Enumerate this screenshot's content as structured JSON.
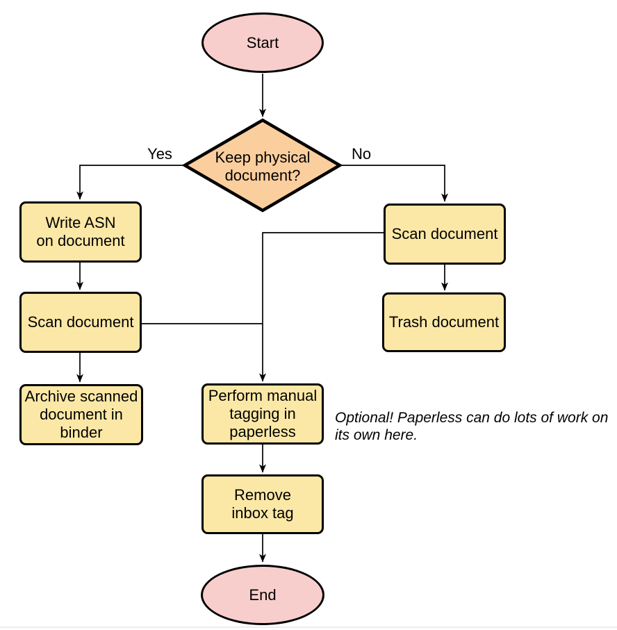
{
  "colors": {
    "background": "#ffffff",
    "stroke": "#000000",
    "terminal_fill": "#f8cecc",
    "decision_fill": "#fbce9e",
    "process_fill": "#fce8a6"
  },
  "nodes": {
    "start": {
      "label": "Start",
      "type": "terminal"
    },
    "decision": {
      "label": "Keep physical\ndocument?",
      "type": "decision"
    },
    "write_asn": {
      "label": "Write ASN\non document",
      "type": "process"
    },
    "scan_left": {
      "label": "Scan document",
      "type": "process"
    },
    "archive": {
      "label": "Archive scanned\ndocument in\nbinder",
      "type": "process"
    },
    "scan_right": {
      "label": "Scan document",
      "type": "process"
    },
    "trash": {
      "label": "Trash document",
      "type": "process"
    },
    "tagging": {
      "label": "Perform manual\ntagging in\npaperless",
      "type": "process"
    },
    "remove_inbox": {
      "label": "Remove\ninbox tag",
      "type": "process"
    },
    "end": {
      "label": "End",
      "type": "terminal"
    }
  },
  "edge_labels": {
    "yes": "Yes",
    "no": "No"
  },
  "note": "Optional! Paperless can do lots of work on\nits own here."
}
